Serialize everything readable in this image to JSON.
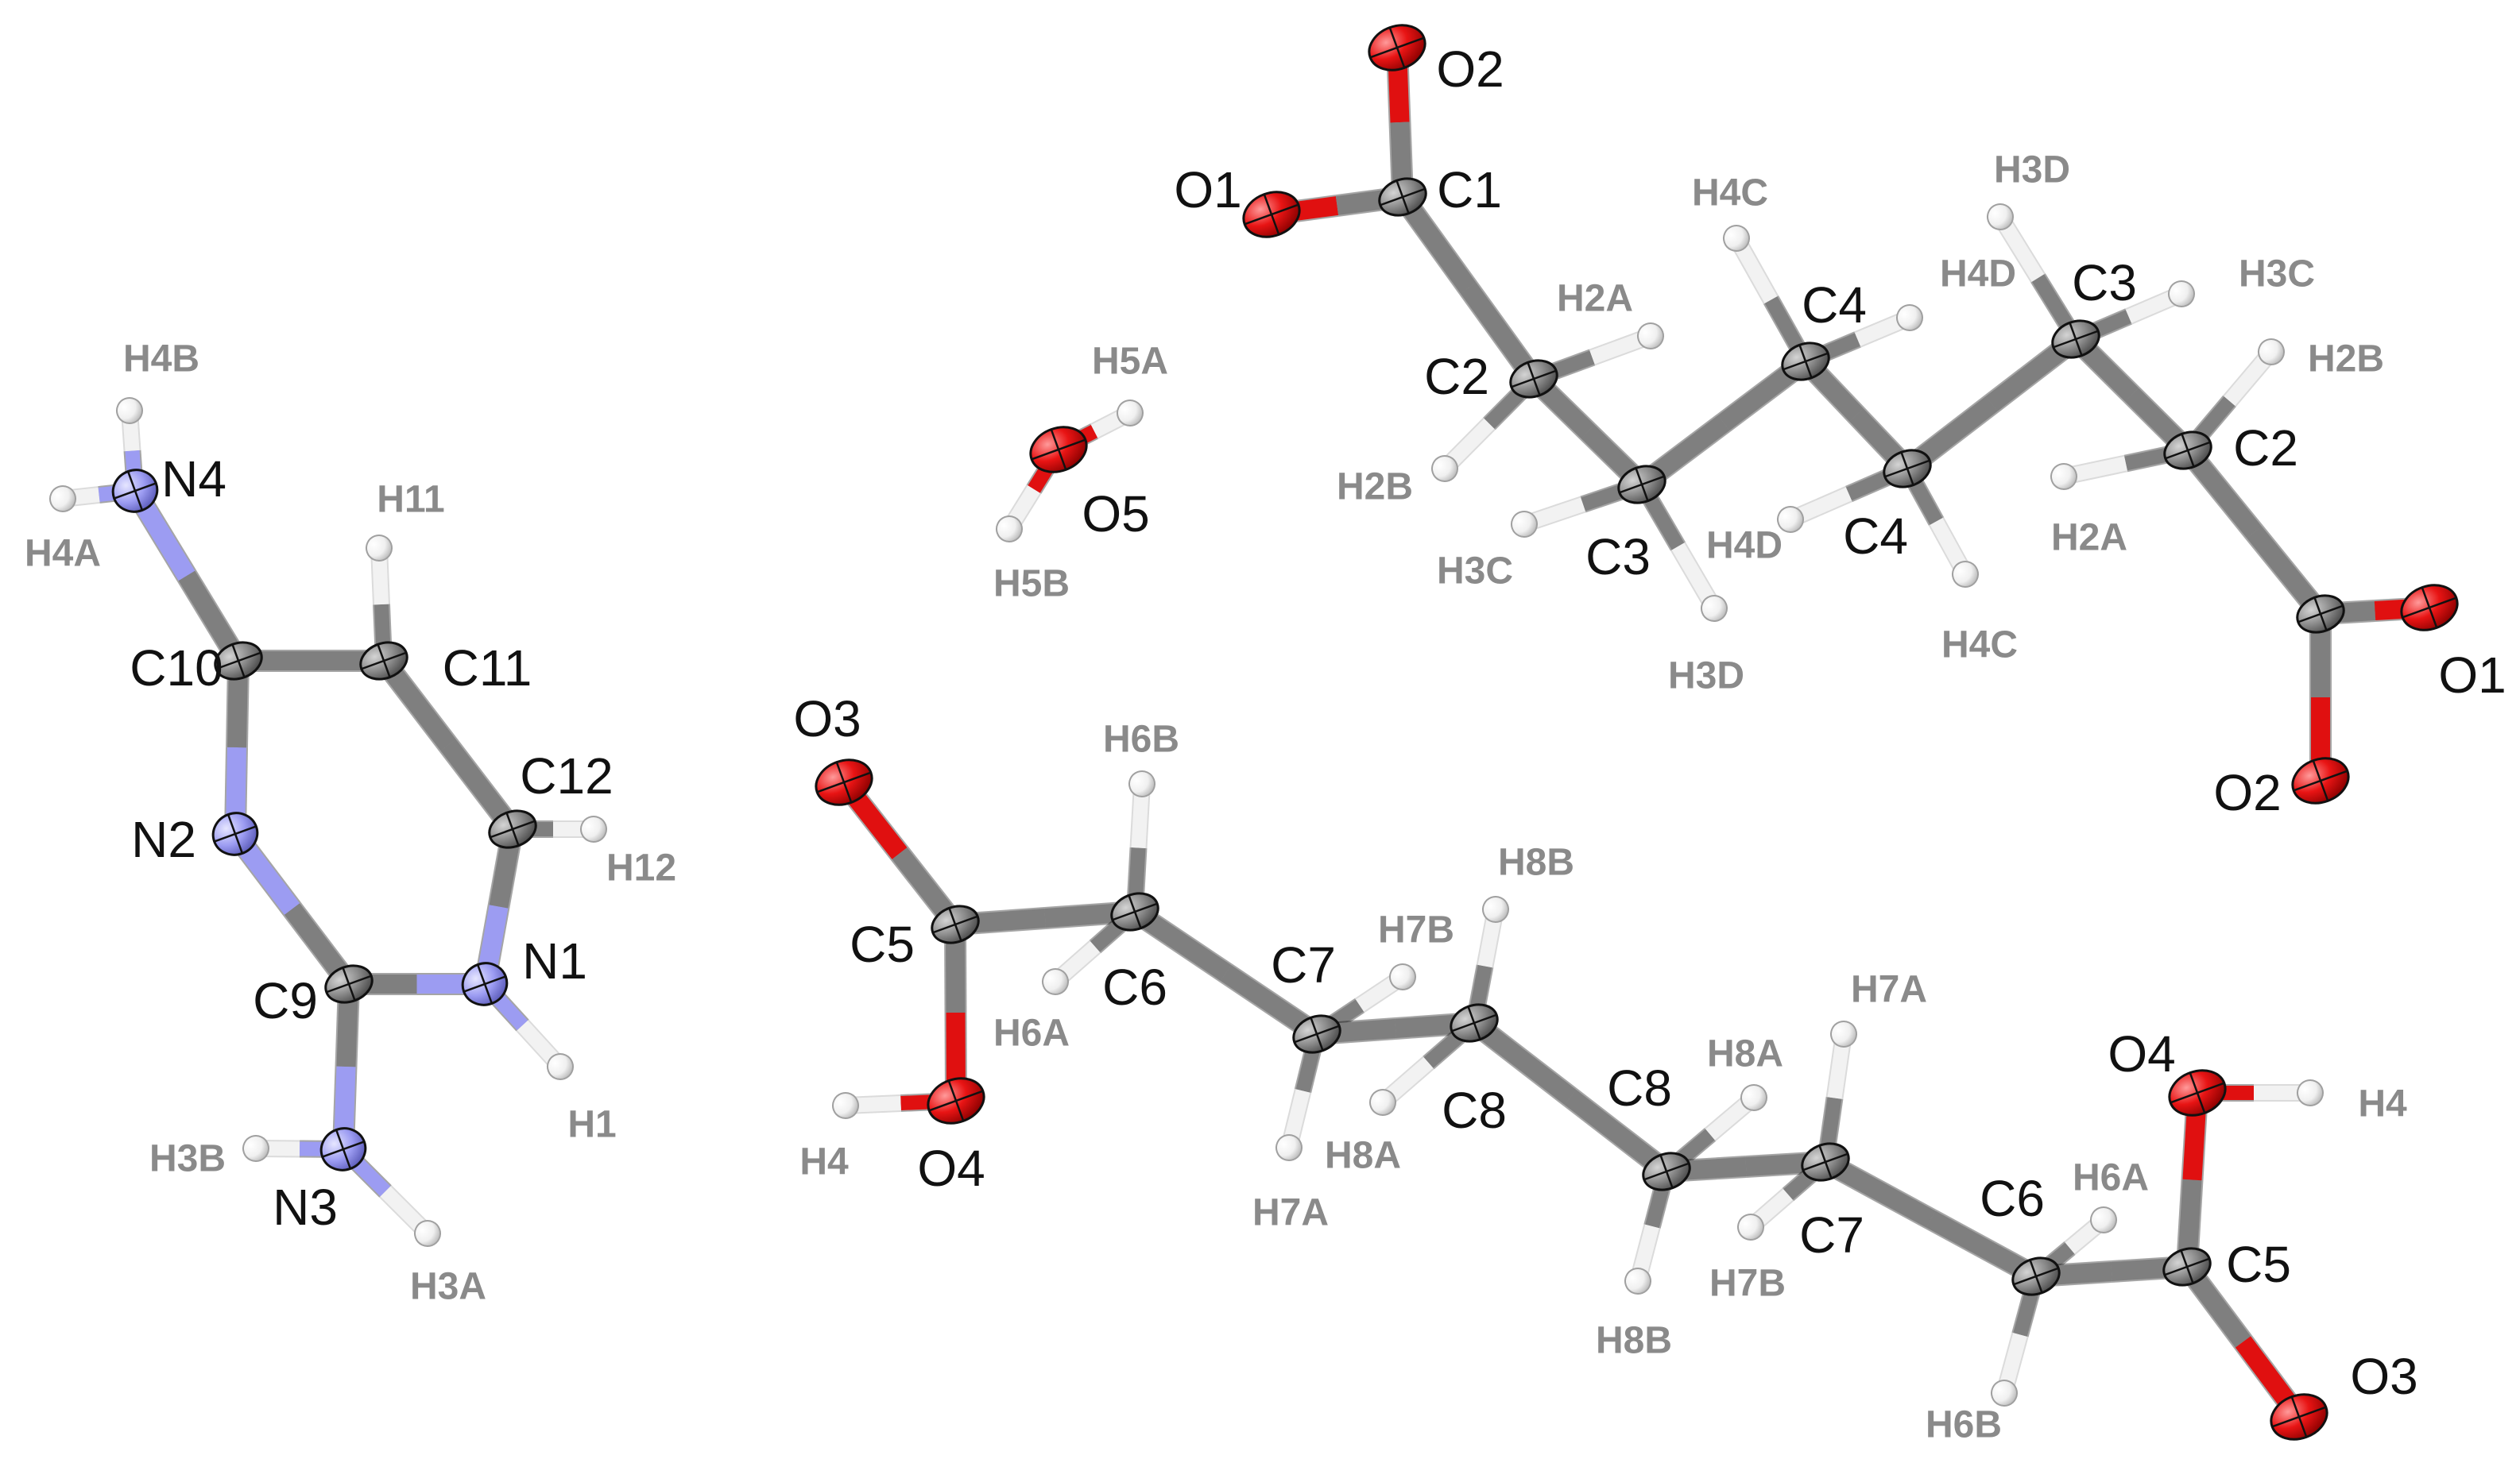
{
  "colors": {
    "carbon": "#7f7f7f",
    "oxygen": "#e01010",
    "nitrogen": "#9c9cf2",
    "hydrogen": "#f2f2f2",
    "heavy_label": "#111111",
    "hydrogen_label": "#8a8a8a"
  },
  "fragments": [
    {
      "id": "aminopyrimidine",
      "atoms": [
        {
          "id": "p_N4",
          "el": "N",
          "label": "N4"
        },
        {
          "id": "p_H4B",
          "el": "H",
          "label": "H4B"
        },
        {
          "id": "p_H4A",
          "el": "H",
          "label": "H4A"
        },
        {
          "id": "p_C10",
          "el": "C",
          "label": "C10"
        },
        {
          "id": "p_C11",
          "el": "C",
          "label": "C11"
        },
        {
          "id": "p_H11",
          "el": "H",
          "label": "H11"
        },
        {
          "id": "p_C12",
          "el": "C",
          "label": "C12"
        },
        {
          "id": "p_H12",
          "el": "H",
          "label": "H12"
        },
        {
          "id": "p_N1",
          "el": "N",
          "label": "N1"
        },
        {
          "id": "p_H1",
          "el": "H",
          "label": "H1"
        },
        {
          "id": "p_C9",
          "el": "C",
          "label": "C9"
        },
        {
          "id": "p_N2",
          "el": "N",
          "label": "N2"
        },
        {
          "id": "p_N3",
          "el": "N",
          "label": "N3"
        },
        {
          "id": "p_H3B",
          "el": "H",
          "label": "H3B"
        },
        {
          "id": "p_H3A",
          "el": "H",
          "label": "H3A"
        }
      ]
    },
    {
      "id": "water",
      "atoms": [
        {
          "id": "w_O5",
          "el": "O",
          "label": "O5"
        },
        {
          "id": "w_H5A",
          "el": "H",
          "label": "H5A"
        },
        {
          "id": "w_H5B",
          "el": "H",
          "label": "H5B"
        }
      ]
    },
    {
      "id": "adipic-acid",
      "atoms": [
        {
          "id": "a_O2",
          "el": "O",
          "label": "O2"
        },
        {
          "id": "a_O1",
          "el": "O",
          "label": "O1"
        },
        {
          "id": "a_C1",
          "el": "C",
          "label": "C1"
        },
        {
          "id": "a_C2",
          "el": "C",
          "label": "C2"
        },
        {
          "id": "a_H2A",
          "el": "H",
          "label": "H2A"
        },
        {
          "id": "a_H2B",
          "el": "H",
          "label": "H2B"
        },
        {
          "id": "a_C3",
          "el": "C",
          "label": "C3"
        },
        {
          "id": "a_H3C",
          "el": "H",
          "label": "H3C"
        },
        {
          "id": "a_H3D",
          "el": "H",
          "label": "H3D"
        },
        {
          "id": "a_C4",
          "el": "C",
          "label": "C4"
        },
        {
          "id": "a_H4C",
          "el": "H",
          "label": "H4C"
        },
        {
          "id": "a_H4D",
          "el": "H",
          "label": "H4D"
        },
        {
          "id": "a_C4b",
          "el": "C",
          "label": "C4"
        },
        {
          "id": "a_H4Db",
          "el": "H",
          "label": "H4D"
        },
        {
          "id": "a_H4Cb",
          "el": "H",
          "label": "H4C"
        },
        {
          "id": "a_C3b",
          "el": "C",
          "label": "C3"
        },
        {
          "id": "a_H3Db",
          "el": "H",
          "label": "H3D"
        },
        {
          "id": "a_H3Cb",
          "el": "H",
          "label": "H3C"
        },
        {
          "id": "a_C2b",
          "el": "C",
          "label": "C2"
        },
        {
          "id": "a_H2Bb",
          "el": "H",
          "label": "H2B"
        },
        {
          "id": "a_H2Ab",
          "el": "H",
          "label": "H2A"
        },
        {
          "id": "a_C1b",
          "el": "C",
          "label": ""
        },
        {
          "id": "a_O1b",
          "el": "O",
          "label": "O1"
        },
        {
          "id": "a_O2b",
          "el": "O",
          "label": "O2"
        }
      ]
    },
    {
      "id": "suberic-acid",
      "atoms": [
        {
          "id": "s_O3",
          "el": "O",
          "label": "O3"
        },
        {
          "id": "s_C5",
          "el": "C",
          "label": "C5"
        },
        {
          "id": "s_O4",
          "el": "O",
          "label": "O4"
        },
        {
          "id": "s_H4",
          "el": "H",
          "label": "H4"
        },
        {
          "id": "s_C6",
          "el": "C",
          "label": "C6"
        },
        {
          "id": "s_H6B",
          "el": "H",
          "label": "H6B"
        },
        {
          "id": "s_H6A",
          "el": "H",
          "label": "H6A"
        },
        {
          "id": "s_C7",
          "el": "C",
          "label": "C7"
        },
        {
          "id": "s_H7B",
          "el": "H",
          "label": "H7B"
        },
        {
          "id": "s_H7A",
          "el": "H",
          "label": "H7A"
        },
        {
          "id": "s_C8",
          "el": "C",
          "label": "C8"
        },
        {
          "id": "s_H8B",
          "el": "H",
          "label": "H8B"
        },
        {
          "id": "s_H8A",
          "el": "H",
          "label": "H8A"
        },
        {
          "id": "s_C8b",
          "el": "C",
          "label": "C8"
        },
        {
          "id": "s_H8Ab",
          "el": "H",
          "label": "H8A"
        },
        {
          "id": "s_H8Bb",
          "el": "H",
          "label": "H8B"
        },
        {
          "id": "s_C7b",
          "el": "C",
          "label": "C7"
        },
        {
          "id": "s_H7Ab",
          "el": "H",
          "label": "H7A"
        },
        {
          "id": "s_H7Bb",
          "el": "H",
          "label": "H7B"
        },
        {
          "id": "s_C6b",
          "el": "C",
          "label": "C6"
        },
        {
          "id": "s_H6Ab",
          "el": "H",
          "label": "H6A"
        },
        {
          "id": "s_H6Bb",
          "el": "H",
          "label": "H6B"
        },
        {
          "id": "s_C5b",
          "el": "C",
          "label": "C5"
        },
        {
          "id": "s_O4b",
          "el": "O",
          "label": "O4"
        },
        {
          "id": "s_H4b",
          "el": "H",
          "label": "H4"
        },
        {
          "id": "s_O3b",
          "el": "O",
          "label": "O3"
        }
      ]
    }
  ],
  "bonds": [
    [
      "p_N4",
      "p_H4B"
    ],
    [
      "p_N4",
      "p_H4A"
    ],
    [
      "p_N4",
      "p_C10"
    ],
    [
      "p_C10",
      "p_C11"
    ],
    [
      "p_C11",
      "p_H11"
    ],
    [
      "p_C11",
      "p_C12"
    ],
    [
      "p_C12",
      "p_H12"
    ],
    [
      "p_C12",
      "p_N1"
    ],
    [
      "p_N1",
      "p_H1"
    ],
    [
      "p_N1",
      "p_C9"
    ],
    [
      "p_C9",
      "p_N2"
    ],
    [
      "p_N2",
      "p_C10"
    ],
    [
      "p_C9",
      "p_N3"
    ],
    [
      "p_N3",
      "p_H3B"
    ],
    [
      "p_N3",
      "p_H3A"
    ],
    [
      "w_O5",
      "w_H5A"
    ],
    [
      "w_O5",
      "w_H5B"
    ],
    [
      "a_O2",
      "a_C1"
    ],
    [
      "a_O1",
      "a_C1"
    ],
    [
      "a_C1",
      "a_C2"
    ],
    [
      "a_C2",
      "a_H2A"
    ],
    [
      "a_C2",
      "a_H2B"
    ],
    [
      "a_C2",
      "a_C3"
    ],
    [
      "a_C3",
      "a_H3C"
    ],
    [
      "a_C3",
      "a_H3D"
    ],
    [
      "a_C3",
      "a_C4"
    ],
    [
      "a_C4",
      "a_H4C"
    ],
    [
      "a_C4",
      "a_H4D"
    ],
    [
      "a_C4",
      "a_C4b"
    ],
    [
      "a_C4b",
      "a_H4Db"
    ],
    [
      "a_C4b",
      "a_H4Cb"
    ],
    [
      "a_C4b",
      "a_C3b"
    ],
    [
      "a_C3b",
      "a_H3Db"
    ],
    [
      "a_C3b",
      "a_H3Cb"
    ],
    [
      "a_C3b",
      "a_C2b"
    ],
    [
      "a_C2b",
      "a_H2Bb"
    ],
    [
      "a_C2b",
      "a_H2Ab"
    ],
    [
      "a_C2b",
      "a_C1b"
    ],
    [
      "a_C1b",
      "a_O1b"
    ],
    [
      "a_C1b",
      "a_O2b"
    ],
    [
      "s_O3",
      "s_C5"
    ],
    [
      "s_C5",
      "s_O4"
    ],
    [
      "s_O4",
      "s_H4"
    ],
    [
      "s_C5",
      "s_C6"
    ],
    [
      "s_C6",
      "s_H6B"
    ],
    [
      "s_C6",
      "s_H6A"
    ],
    [
      "s_C6",
      "s_C7"
    ],
    [
      "s_C7",
      "s_H7B"
    ],
    [
      "s_C7",
      "s_H7A"
    ],
    [
      "s_C7",
      "s_C8"
    ],
    [
      "s_C8",
      "s_H8B"
    ],
    [
      "s_C8",
      "s_H8A"
    ],
    [
      "s_C8",
      "s_C8b"
    ],
    [
      "s_C8b",
      "s_H8Ab"
    ],
    [
      "s_C8b",
      "s_H8Bb"
    ],
    [
      "s_C8b",
      "s_C7b"
    ],
    [
      "s_C7b",
      "s_H7Ab"
    ],
    [
      "s_C7b",
      "s_H7Bb"
    ],
    [
      "s_C7b",
      "s_C6b"
    ],
    [
      "s_C6b",
      "s_H6Ab"
    ],
    [
      "s_C6b",
      "s_H6Bb"
    ],
    [
      "s_C6b",
      "s_C5b"
    ],
    [
      "s_C5b",
      "s_O4b"
    ],
    [
      "s_O4b",
      "s_H4b"
    ],
    [
      "s_C5b",
      "s_O3b"
    ]
  ]
}
